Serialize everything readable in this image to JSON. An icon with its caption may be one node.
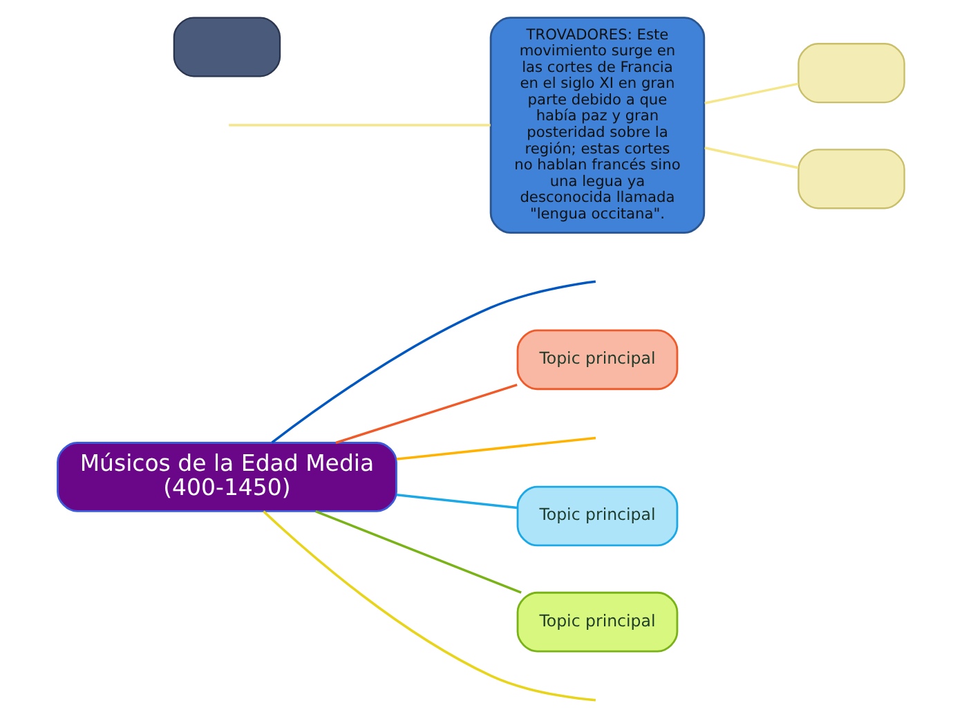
{
  "diagram": {
    "nodes": [
      {
        "text": [
          "Músicos de la Edad Media (400-1450)"
        ]
      },
      {
        "text": [
          "Topic principal"
        ]
      },
      {
        "text": [
          "Topic principal"
        ]
      },
      {
        "text": [
          "Topic principal"
        ]
      },
      {
        "text": [
          "TROVADORES: Este movimiento surge en las cortes de Francia en el siglo XI en gran parte debido a que había paz y gran posteridad sobre la región; estas cortes no hablan francés sino una legua ya desconocida llamada \"lengua occitana\"."
        ]
      },
      {
        "text": [],
        "shape": "box"
      },
      {
        "text": [],
        "shape": "box"
      },
      {
        "text": [],
        "shape": "box"
      }
    ],
    "edges": [
      {
        "from": 0,
        "to": null,
        "arrow": "none",
        "color": "#e8d41a"
      },
      {
        "from": 0,
        "to": 1,
        "arrow": "none",
        "color": "#f05a28"
      },
      {
        "from": 0,
        "to": null,
        "arrow": "none",
        "color": "#0057c0"
      },
      {
        "from": 0,
        "to": 2,
        "arrow": "none",
        "color": "#1ba8e6"
      },
      {
        "from": 0,
        "to": 3,
        "arrow": "none",
        "color": "#7ab317"
      },
      {
        "from": 0,
        "to": null,
        "arrow": "none",
        "color": "#ffb300"
      },
      {
        "from": null,
        "to": 4,
        "arrow": "none",
        "color": "#f5e68a"
      },
      {
        "from": 4,
        "to": 5,
        "arrow": "none",
        "color": "#f5e68a"
      },
      {
        "from": 4,
        "to": 6,
        "arrow": "none",
        "color": "#f5e68a"
      }
    ]
  }
}
